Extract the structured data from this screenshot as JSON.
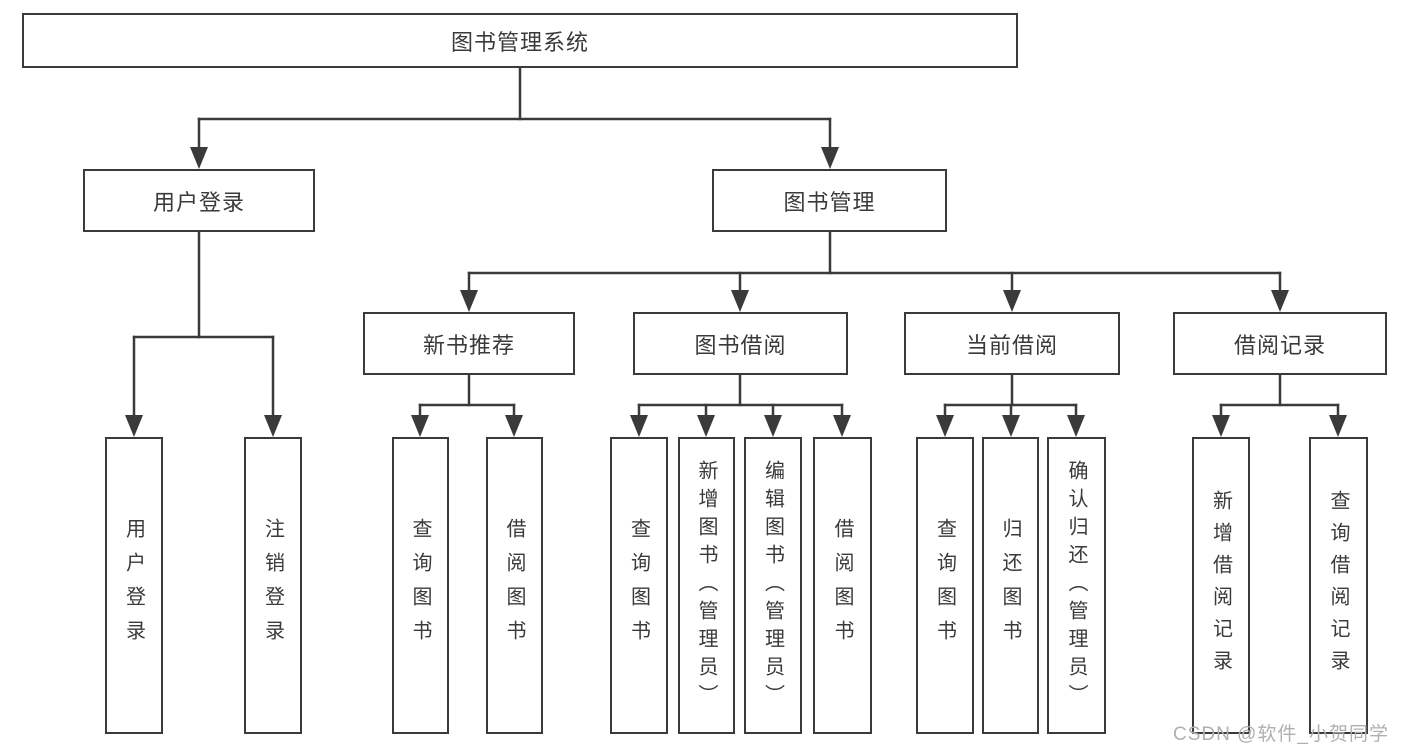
{
  "diagram": {
    "root": {
      "label": "图书管理系统"
    },
    "branches": [
      {
        "label": "用户登录",
        "children": [
          {
            "label": "用户登录"
          },
          {
            "label": "注销登录"
          }
        ]
      },
      {
        "label": "图书管理",
        "children": [
          {
            "label": "新书推荐",
            "children": [
              {
                "label": "查询图书"
              },
              {
                "label": "借阅图书"
              }
            ]
          },
          {
            "label": "图书借阅",
            "children": [
              {
                "label": "查询图书"
              },
              {
                "label": "新增图书（管理员）"
              },
              {
                "label": "编辑图书（管理员）"
              },
              {
                "label": "借阅图书"
              }
            ]
          },
          {
            "label": "当前借阅",
            "children": [
              {
                "label": "查询图书"
              },
              {
                "label": "归还图书"
              },
              {
                "label": "确认归还（管理员）"
              }
            ]
          },
          {
            "label": "借阅记录",
            "children": [
              {
                "label": "新增借阅记录"
              },
              {
                "label": "查询借阅记录"
              }
            ]
          }
        ]
      }
    ]
  },
  "watermark": {
    "text": "CSDN @软件_小贺同学"
  },
  "colors": {
    "line": "#3a3a3a",
    "text": "#3a3a3a",
    "watermark": "#b0b0b0",
    "background": "#ffffff"
  }
}
